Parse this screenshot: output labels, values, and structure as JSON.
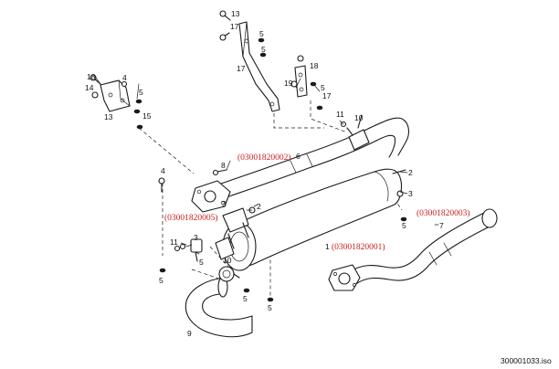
{
  "diagram": {
    "drawing_number": "300001033.iso",
    "parts": [
      {
        "id": "p1",
        "label": "1"
      },
      {
        "id": "p2a",
        "label": "2"
      },
      {
        "id": "p2b",
        "label": "2"
      },
      {
        "id": "p3a",
        "label": "3"
      },
      {
        "id": "p3b",
        "label": "3"
      },
      {
        "id": "p4a",
        "label": "4"
      },
      {
        "id": "p4b",
        "label": "4"
      },
      {
        "id": "p5a",
        "label": "5"
      },
      {
        "id": "p5b",
        "label": "5"
      },
      {
        "id": "p5c",
        "label": "5"
      },
      {
        "id": "p5d",
        "label": "5"
      },
      {
        "id": "p5e",
        "label": "5"
      },
      {
        "id": "p6",
        "label": "6"
      },
      {
        "id": "p7",
        "label": "7"
      },
      {
        "id": "p8",
        "label": "8"
      },
      {
        "id": "p9",
        "label": "9"
      },
      {
        "id": "p10a",
        "label": "10"
      },
      {
        "id": "p10b",
        "label": "10"
      },
      {
        "id": "p11a",
        "label": "11"
      },
      {
        "id": "p11b",
        "label": "11"
      },
      {
        "id": "p13",
        "label": "13"
      },
      {
        "id": "p14",
        "label": "14"
      },
      {
        "id": "p15",
        "label": "15"
      },
      {
        "id": "p16",
        "label": "16"
      },
      {
        "id": "p17a",
        "label": "17"
      },
      {
        "id": "p17b",
        "label": "17"
      },
      {
        "id": "p18",
        "label": "18"
      },
      {
        "id": "p19",
        "label": "19"
      }
    ],
    "reference_codes": {
      "upper_pipe": "(03001820002)",
      "bracket_clamp": "(03001820005)",
      "tail_pipe": "(03001820003)",
      "muffler": "(03001820001)"
    }
  }
}
